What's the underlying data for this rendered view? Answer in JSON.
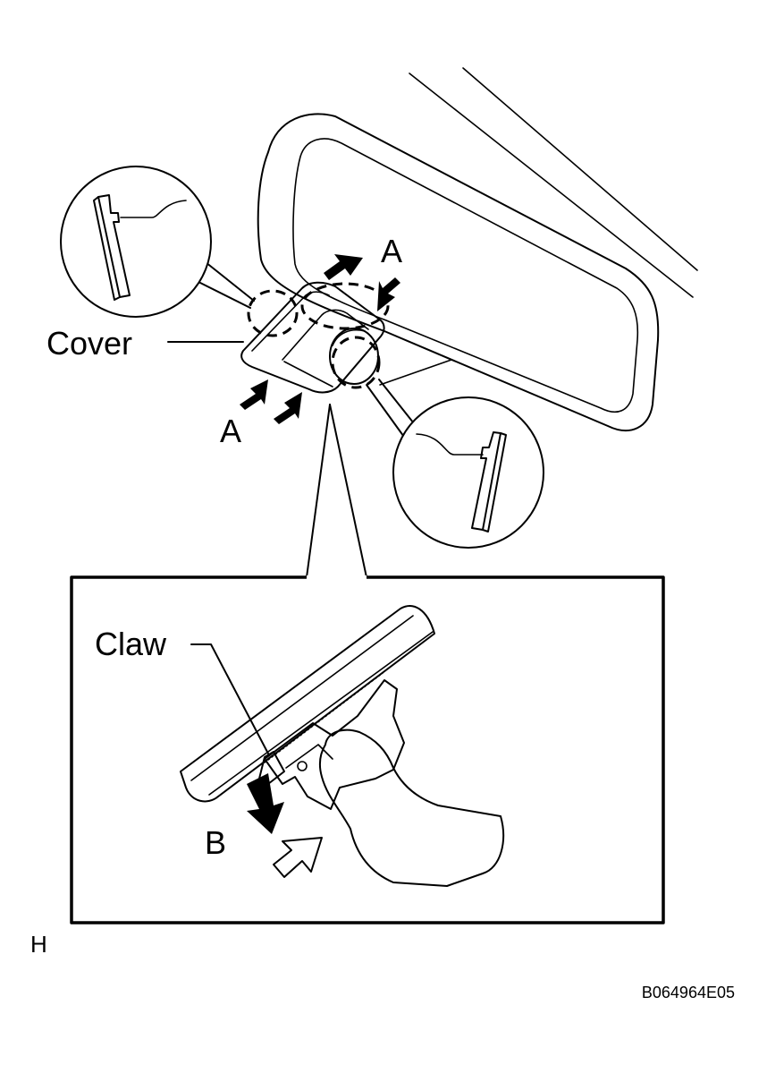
{
  "labels": {
    "cover": "Cover",
    "a_top": "A",
    "a_left": "A",
    "claw": "Claw",
    "b": "B",
    "sheet_corner": "H",
    "figure_code": "B064964E05"
  }
}
